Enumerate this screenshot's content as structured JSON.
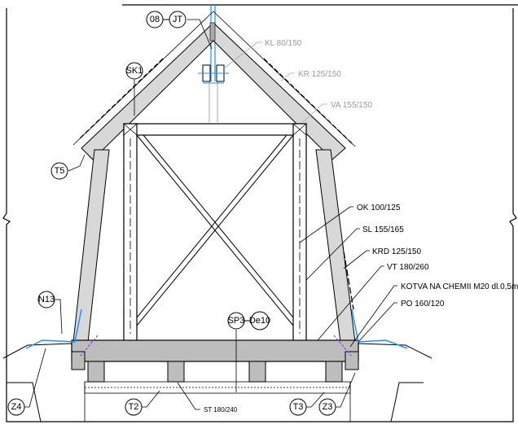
{
  "drawing": {
    "section_tags": {
      "t08": "08",
      "jt": "JT",
      "sk1": "SK1",
      "t5": "T5",
      "n13": "N13",
      "sp3": "SP3",
      "de10": "De10",
      "z4": "Z4",
      "t2": "T2",
      "t3": "T3",
      "z3": "Z3"
    },
    "member_labels": {
      "kl": "KL 80/150",
      "kr": "KR 125/150",
      "va": "VA 155/150",
      "ok": "OK 100/125",
      "sl": "SL 155/165",
      "krd": "KRD 125/150",
      "vt": "VT 180/260",
      "kotva": "KOTVA NA CHEMII M20 dl.0,5m",
      "po": "PO 160/120",
      "st": "ST 180/240"
    },
    "colors": {
      "line": "#000000",
      "timber_fill": "#d8d8d8",
      "beam_fill": "#bdbdbd",
      "flashing": "#1e90ff",
      "anchor": "#8a2be2",
      "gray_label": "#9a9a9a"
    }
  }
}
